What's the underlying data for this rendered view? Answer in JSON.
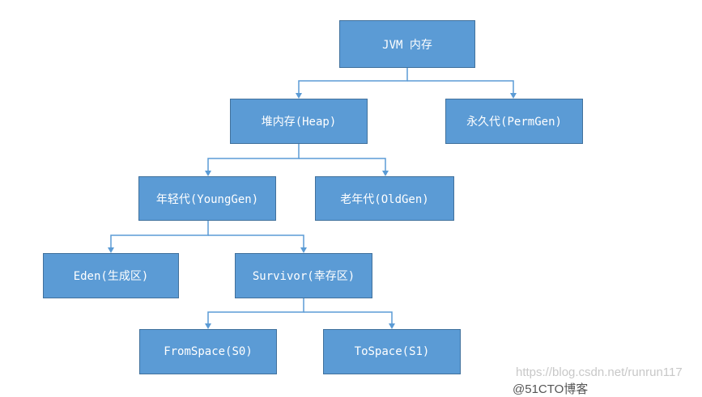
{
  "nodes": {
    "jvm_memory": "JVM 内存",
    "heap": "堆内存(Heap)",
    "permgen": "永久代(PermGen)",
    "young_gen": "年轻代(YoungGen)",
    "old_gen": "老年代(OldGen)",
    "eden": "Eden(生成区)",
    "survivor": "Survivor(幸存区)",
    "from_space": "FromSpace(S0)",
    "to_space": "ToSpace(S1)"
  },
  "watermark": {
    "url": "https://blog.csdn.net/runrun117",
    "cut_off_text": "@51CTO博客"
  },
  "colors": {
    "node_fill": "#5b9bd5",
    "node_border": "#41719c",
    "connector": "#5b9bd5",
    "node_text": "#ffffff"
  }
}
